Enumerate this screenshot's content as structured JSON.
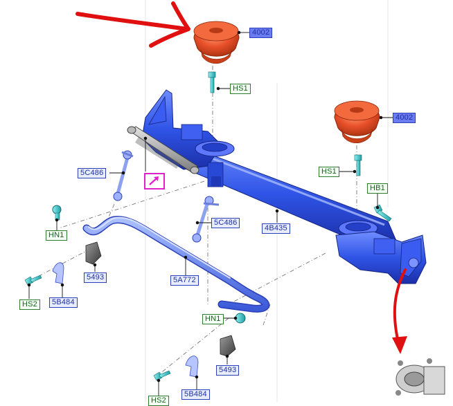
{
  "callouts": {
    "c4002_top": "4002",
    "c4002_right": "4002",
    "hs1_top": "HS1",
    "hs1_right": "HS1",
    "hb1": "HB1",
    "c5c486_left": "5C486",
    "c5c486_mid": "5C486",
    "c4b435": "4B435",
    "hn1_left": "HN1",
    "hn1_bottom": "HN1",
    "c5493_left": "5493",
    "c5493_bottom": "5493",
    "c5a772": "5A772",
    "hs2_left": "HS2",
    "hs2_bottom": "HS2",
    "c5b484_left": "5B484",
    "c5b484_bottom": "5B484"
  },
  "colors": {
    "beam_blue": "#2f54e6",
    "beam_dark": "#1b2fa8",
    "mount_orange": "#e8502a",
    "bolt_teal": "#35c4c8",
    "annotation_red": "#e01010",
    "callout_blue": "#2a3fb8",
    "callout_green": "#2e7d2e",
    "symbol_magenta": "#e020c8"
  },
  "icons": {
    "shock_symbol": "shock-absorber-icon",
    "hub": "wheel-hub-icon"
  }
}
